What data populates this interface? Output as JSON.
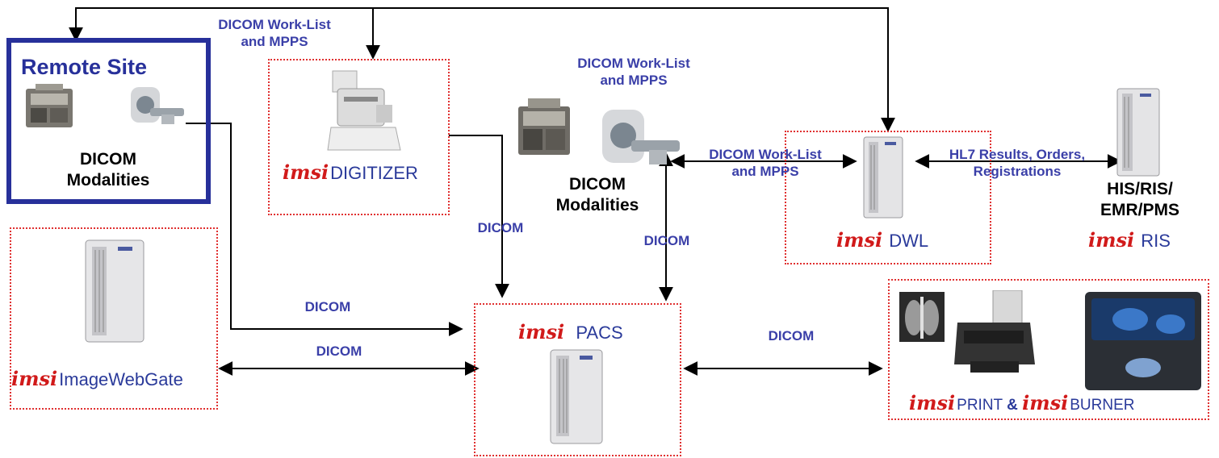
{
  "remote_site": {
    "title": "Remote Site",
    "modalities_line1": "DICOM",
    "modalities_line2": "Modalities"
  },
  "center_modalities": {
    "line1": "DICOM",
    "line2": "Modalities"
  },
  "his": {
    "line1": "HIS/RIS/",
    "line2": "EMR/PMS"
  },
  "products": {
    "brand": "imsi",
    "digitizer": "DIGITIZER",
    "dwl": "DWL",
    "ris": "RIS",
    "pacs": "PACS",
    "imagewebgate": "ImageWebGate",
    "print": "PRINT",
    "amp": "&",
    "burner": "BURNER"
  },
  "connections": {
    "top_worklist_1": "DICOM Work-List",
    "top_worklist_2": "and MPPS",
    "mid_worklist_1": "DICOM Work-List",
    "mid_worklist_2": "and MPPS",
    "dwl_worklist_1": "DICOM Work-List",
    "dwl_worklist_2": "and MPPS",
    "hl7_1": "HL7 Results, Orders,",
    "hl7_2": "Registrations",
    "dicom_digitizer": "DICOM",
    "dicom_modalities": "DICOM",
    "dicom_remote": "DICOM",
    "dicom_webgate": "DICOM",
    "dicom_print": "DICOM"
  },
  "colors": {
    "box_border": "#e03030",
    "remote_border": "#27309a",
    "label_blue": "#3a3fa8",
    "brand_red": "#d11a1a"
  },
  "icons": [
    "ct-scanner-icon",
    "x-ray-machine-icon",
    "film-digitizer-icon",
    "server-tower-icon",
    "chest-xray-film-icon",
    "printer-icon",
    "disc-burner-icon"
  ]
}
